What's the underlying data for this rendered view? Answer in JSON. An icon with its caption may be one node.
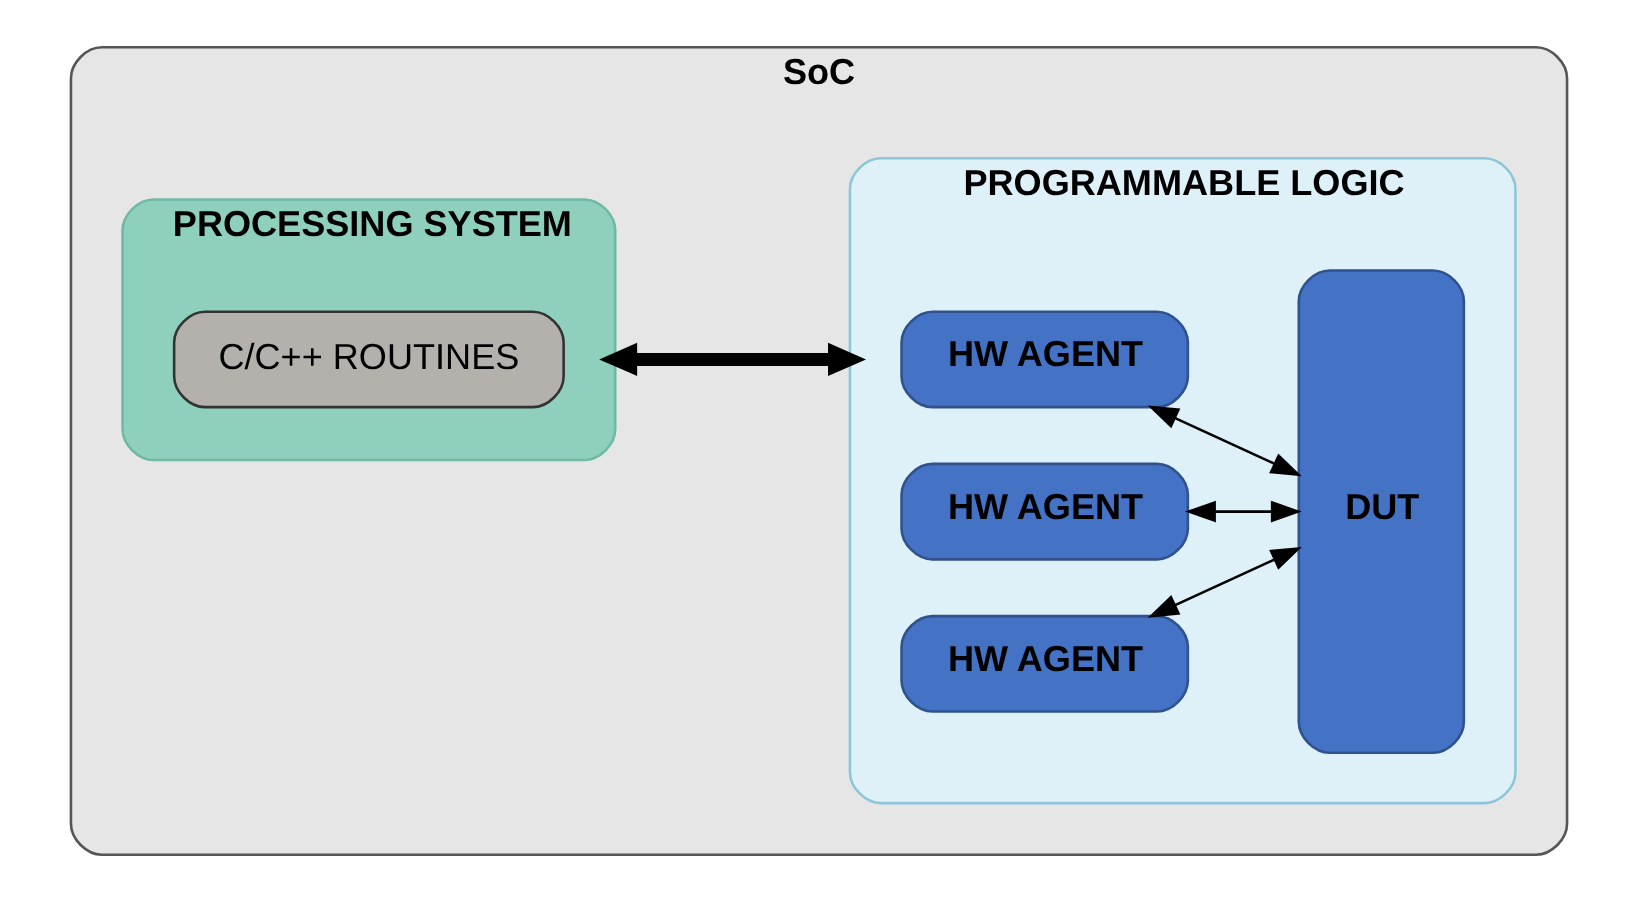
{
  "diagram": {
    "nodes": [
      {
        "text": [
          "SoC"
        ]
      },
      {
        "text": [
          "PROCESSING SYSTEM"
        ],
        "in": 0
      },
      {
        "text": [
          "C/C++ ROUTINES"
        ],
        "in": 1
      },
      {
        "text": [
          "PROGRAMMABLE LOGIC"
        ],
        "in": 0
      },
      {
        "text": [
          "HW AGENT"
        ],
        "in": 3
      },
      {
        "text": [
          "HW AGENT"
        ],
        "in": 3
      },
      {
        "text": [
          "HW AGENT"
        ],
        "in": 3
      },
      {
        "text": [
          "DUT"
        ],
        "in": 3
      }
    ],
    "edges": [
      {
        "from": 1,
        "to": 3,
        "arrow": "both",
        "style": "thick"
      },
      {
        "from": 4,
        "to": 7,
        "arrow": "both"
      },
      {
        "from": 5,
        "to": 7,
        "arrow": "both"
      },
      {
        "from": 6,
        "to": 7,
        "arrow": "both"
      }
    ]
  }
}
